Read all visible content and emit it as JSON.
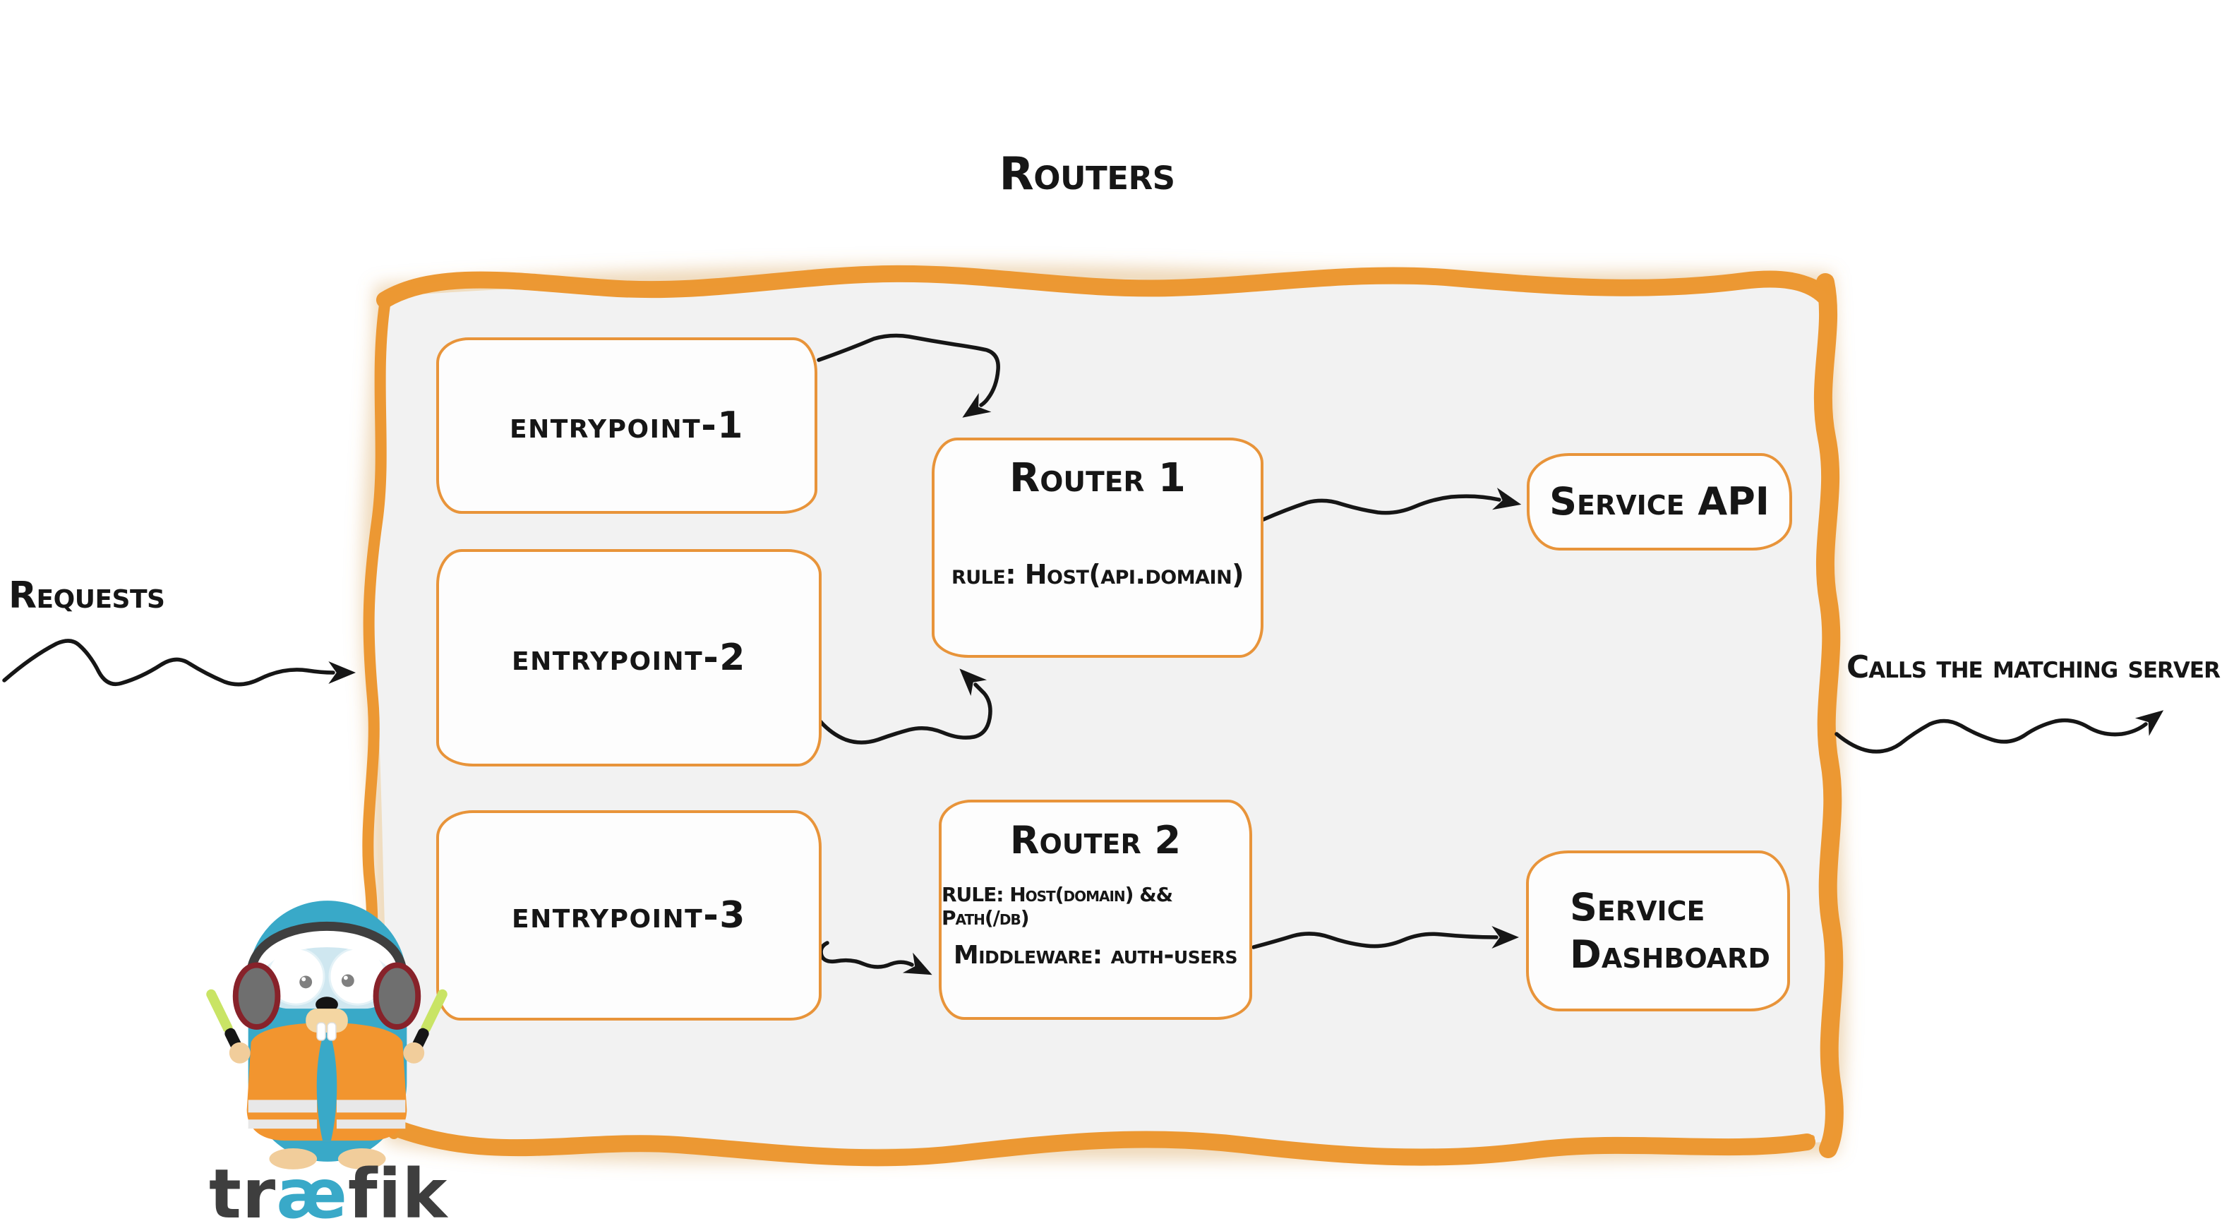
{
  "title": "Routers",
  "annotations": {
    "requests": "Requests",
    "calls": "Calls the matching server"
  },
  "entrypoints": [
    {
      "label": "entrypoint-1"
    },
    {
      "label": "entrypoint-2"
    },
    {
      "label": "entrypoint-3"
    }
  ],
  "routers": [
    {
      "title": "Router 1",
      "rule": "rule: Host(api.domain)"
    },
    {
      "title": "Router 2",
      "rule": "RULE: Host(domain) && Path(/db)",
      "middleware": "Middleware: auth-users"
    }
  ],
  "services": [
    {
      "name": "Service API"
    },
    {
      "name_line1": "Service",
      "name_line2": "Dashboard"
    }
  ],
  "logo": {
    "wordmark_pre": "tr",
    "wordmark_ligature": "æ",
    "wordmark_post": "fik"
  },
  "colors": {
    "frame_orange": "#EC9833",
    "box_border_orange": "#E8943A",
    "panel_fill": "#F2F2F2",
    "ink": "#161616",
    "brand_blue": "#39A9C8",
    "vest_orange": "#F2952F",
    "glowstick_green": "#C9E465"
  }
}
